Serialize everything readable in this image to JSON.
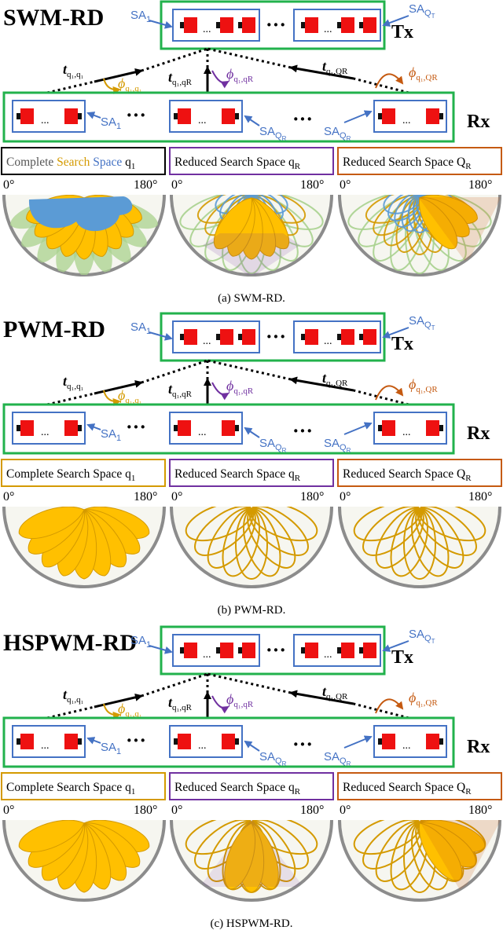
{
  "colors": {
    "green": "#22B24C",
    "blue": "#4472C4",
    "red": "#EE1111",
    "gold": "#FFC000",
    "goldStroke": "#D49A00",
    "purple": "#7030A0",
    "orange": "#C55A11",
    "lightBlue": "#5B9BD5",
    "lightGreen": "#A9D18E",
    "gray": "#8C8C8C"
  },
  "icons": {
    "antenna": "red-square-antenna-icon",
    "arrow": "arrowhead-icon",
    "rotation": "curved-rotation-arrow-icon"
  },
  "common": {
    "tx": "Tx",
    "rx": "Rx",
    "ellipsis": "···",
    "small_ellipsis": "...",
    "sa": "SA",
    "sub_1": "1",
    "sub_qR": "Q",
    "sub_qR_r": "R",
    "sub_qT_r": "T",
    "t": "t",
    "phi": "ϕ",
    "t_sub_q1q1": "q₁,q₁",
    "t_sub_q1qR": "q₁,qR",
    "t_sub_q1QR": "q₁,QR",
    "angle_0": "0°",
    "angle_180": "180°"
  },
  "panels": [
    {
      "title": "SWM-RD",
      "caption": "(a)  SWM-RD.",
      "search_complete_words": [
        "Complete ",
        "Search ",
        "Space ",
        "q"
      ],
      "search_complete_sub": "1",
      "search_reduced_q": "Reduced Search Space q",
      "search_reduced_q_sub": "R",
      "search_reduced_Q": "Reduced Search Space Q",
      "search_reduced_Q_sub": "R"
    },
    {
      "title": "PWM-RD",
      "caption": "(b)  PWM-RD.",
      "search_complete_words": [
        "Complete ",
        "Search ",
        "Space ",
        "q"
      ],
      "search_complete_sub": "1",
      "search_reduced_q": "Reduced Search Space q",
      "search_reduced_q_sub": "R",
      "search_reduced_Q": "Reduced Search Space Q",
      "search_reduced_Q_sub": "R"
    },
    {
      "title": "HSPWM-RD",
      "caption": "(c)  HSPWM-RD.",
      "search_complete_words": [
        "Complete ",
        "Search ",
        "Space ",
        "q"
      ],
      "search_complete_sub": "1",
      "search_reduced_q": "Reduced Search Space q",
      "search_reduced_q_sub": "R",
      "search_reduced_Q": "Reduced Search Space Q",
      "search_reduced_Q_sub": "R"
    }
  ]
}
